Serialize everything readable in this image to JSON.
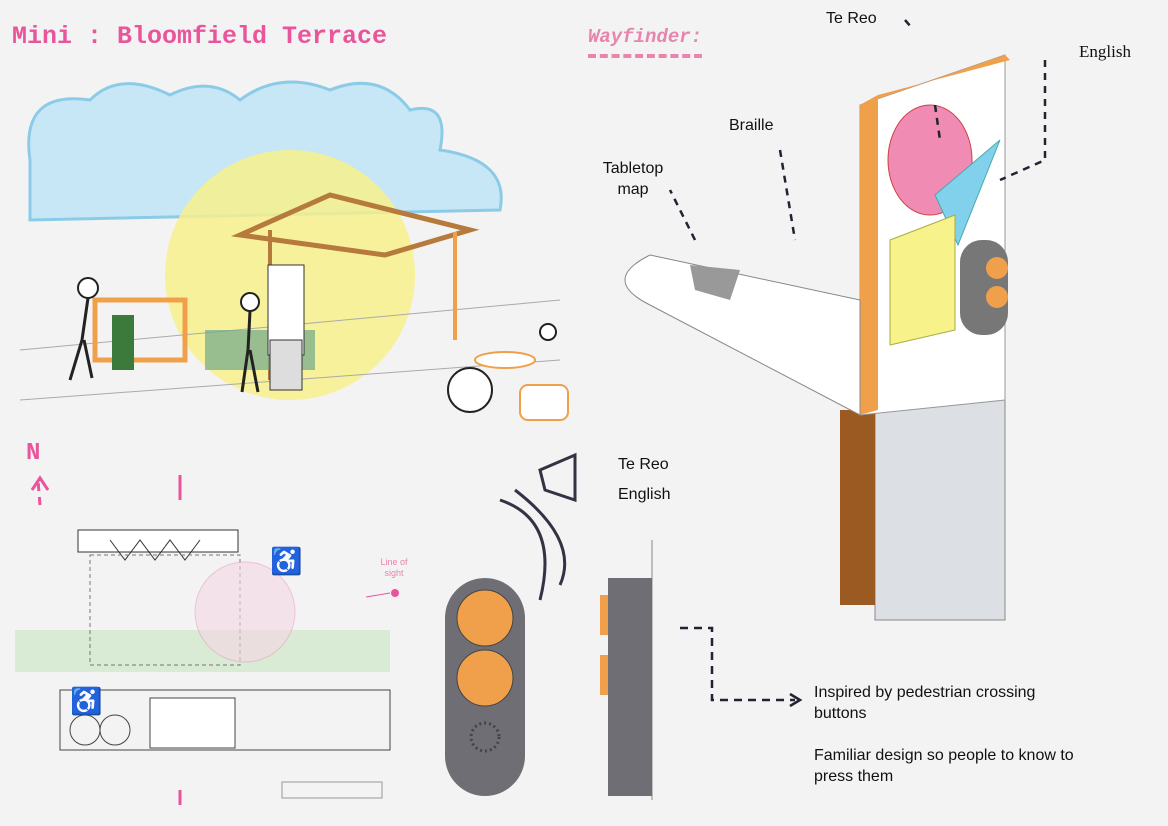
{
  "title": "Mini : Bloomfield Terrace",
  "wayfinder": {
    "heading": "Wayfinder:",
    "labels": {
      "te_reo_top": "Te Reo",
      "english_top": "English",
      "braille": "Braille",
      "tabletop_map": "Tabletop map"
    }
  },
  "audio": {
    "te_reo": "Te Reo",
    "english": "English"
  },
  "plan": {
    "north": "N",
    "line_of_sight": "Line of sight"
  },
  "notes": {
    "inspired": "Inspired by pedestrian crossing buttons",
    "familiar": "Familiar design so people to know to press them"
  },
  "colors": {
    "pink": "#e8559a",
    "orange": "#f0a04b",
    "blue": "#7fd0ea",
    "yellow": "#f5ee8a",
    "grey": "#6e6e74"
  }
}
